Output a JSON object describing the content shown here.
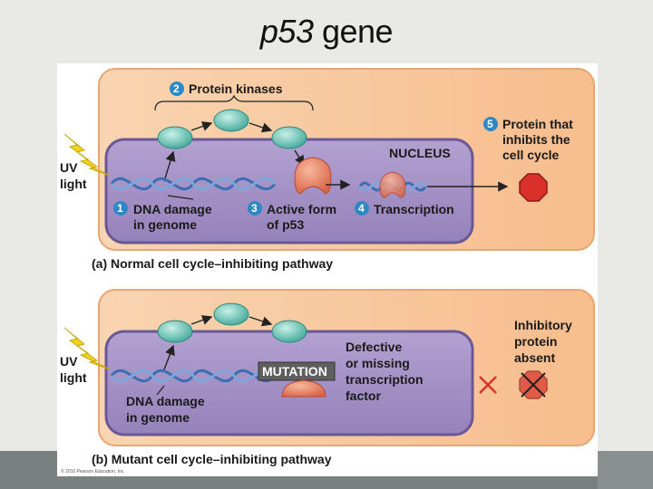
{
  "slide": {
    "title_italic": "p53",
    "title_rest": " gene"
  },
  "panel_a": {
    "uv_line1": "UV",
    "uv_line2": "light",
    "step2_num": "2",
    "step2_label": "Protein kinases",
    "nucleus_label": "NUCLEUS",
    "step1_num": "1",
    "step1_line1": "DNA damage",
    "step1_line2": "in genome",
    "step3_num": "3",
    "step3_line1": "Active form",
    "step3_line2": "of p53",
    "step4_num": "4",
    "step4_label": "Transcription",
    "step5_num": "5",
    "step5_line1": "Protein that",
    "step5_line2": "inhibits the",
    "step5_line3": "cell cycle",
    "caption": "(a) Normal cell cycle–inhibiting pathway"
  },
  "panel_b": {
    "uv_line1": "UV",
    "uv_line2": "light",
    "mutation_label": "MUTATION",
    "dna_line1": "DNA damage",
    "dna_line2": "in genome",
    "defect_line1": "Defective",
    "defect_line2": "or missing",
    "defect_line3": "transcription",
    "defect_line4": "factor",
    "absent_line1": "Inhibitory",
    "absent_line2": "protein",
    "absent_line3": "absent",
    "caption": "(b) Mutant cell cycle–inhibiting pathway"
  },
  "footer": {
    "copyright": "© 2010 Pearson Education, Inc."
  },
  "colors": {
    "cell_fill": "#f8c79c",
    "nucleus_fill": "#a48fc3",
    "kinase_fill": "#6fc5b8",
    "p53_fill": "#e88a6a",
    "stop_red": "#d9302a",
    "dna_blue": "#3a6fb5",
    "uv_yellow": "#f2d21e",
    "badge_blue": "#2f88c6"
  }
}
